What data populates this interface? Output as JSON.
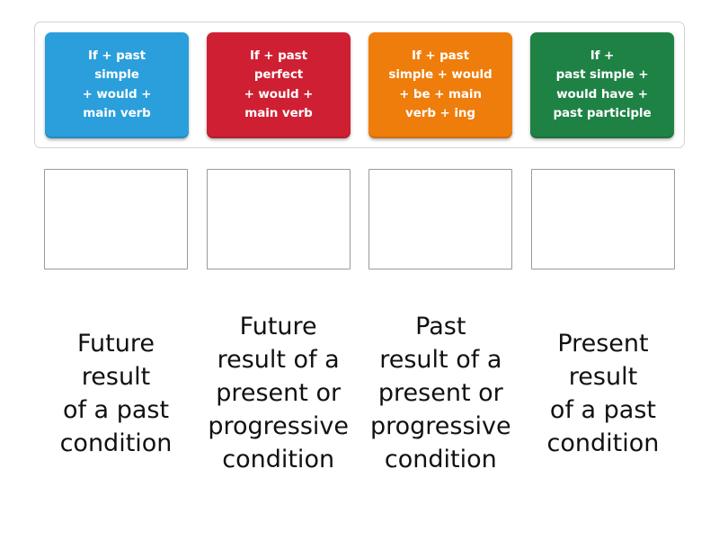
{
  "activity": {
    "type": "match-up",
    "colors": {
      "blue": "#2a9fdc",
      "red": "#cf2033",
      "orange": "#ef7d0b",
      "green": "#1f8245",
      "tray_border": "#d2d2d2",
      "dropzone_border": "#9a9a9a",
      "card_text": "#ffffff",
      "label_text": "#111111",
      "background": "#ffffff"
    }
  },
  "tray": {
    "cards": [
      {
        "id": "card-1",
        "text": "If + past\nsimple\n+ would +\nmain verb",
        "color": "#2a9fdc",
        "color_name": "blue"
      },
      {
        "id": "card-2",
        "text": "If + past\nperfect\n+ would +\nmain verb",
        "color": "#cf2033",
        "color_name": "red"
      },
      {
        "id": "card-3",
        "text": "If + past\nsimple + would\n+ be + main\nverb + ing",
        "color": "#ef7d0b",
        "color_name": "orange"
      },
      {
        "id": "card-4",
        "text": "If +\npast simple +\nwould have +\npast participle",
        "color": "#1f8245",
        "color_name": "green"
      }
    ]
  },
  "dropzones": [
    {
      "id": "dropzone-1",
      "content": ""
    },
    {
      "id": "dropzone-2",
      "content": ""
    },
    {
      "id": "dropzone-3",
      "content": ""
    },
    {
      "id": "dropzone-4",
      "content": ""
    }
  ],
  "labels": [
    {
      "id": "label-1",
      "text": "Future\nresult\nof a past\ncondition"
    },
    {
      "id": "label-2",
      "text": "Future\nresult of a\npresent or\nprogressive\ncondition"
    },
    {
      "id": "label-3",
      "text": "Past\nresult of a\npresent or\nprogressive\ncondition"
    },
    {
      "id": "label-4",
      "text": "Present\nresult\nof a past\ncondition"
    }
  ]
}
